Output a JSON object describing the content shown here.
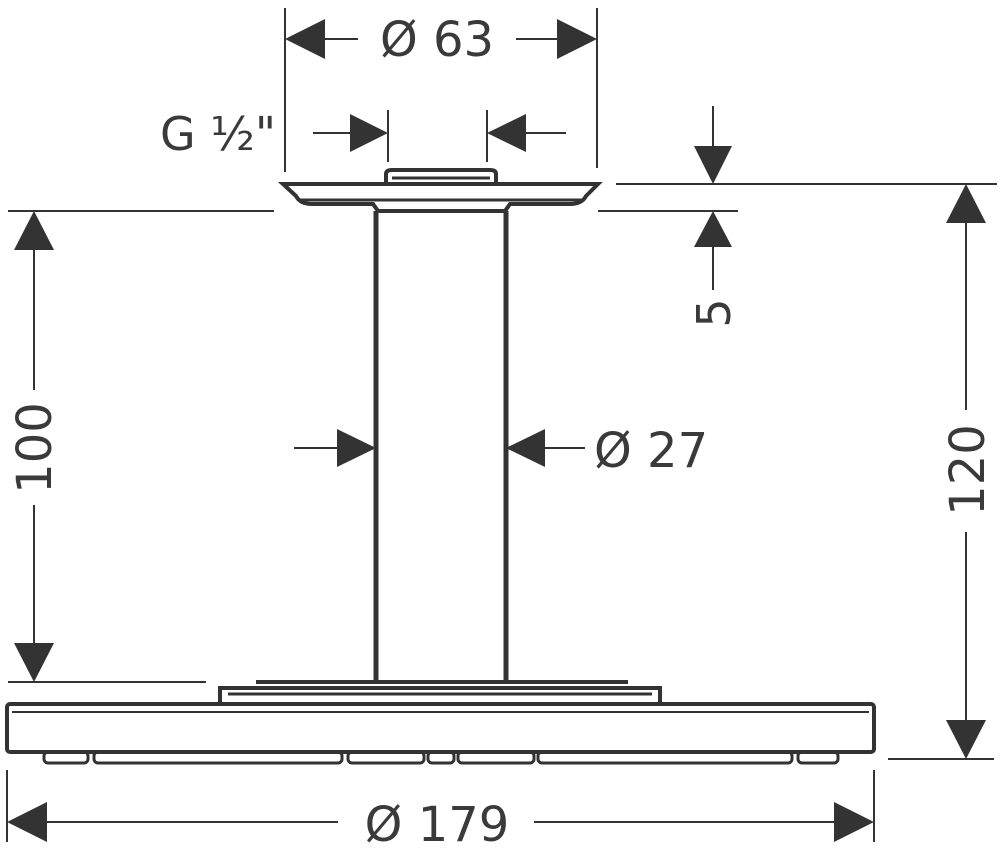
{
  "drawing": {
    "labels": {
      "diameter_flange": "Ø 63",
      "thread": "G ½\"",
      "flange_thickness": "5",
      "arm_length": "100",
      "arm_diameter": "Ø 27",
      "total_height": "120",
      "head_diameter": "Ø 179"
    },
    "colors": {
      "line": "#333333",
      "text": "#3a3a3a",
      "background": "#ffffff"
    }
  }
}
